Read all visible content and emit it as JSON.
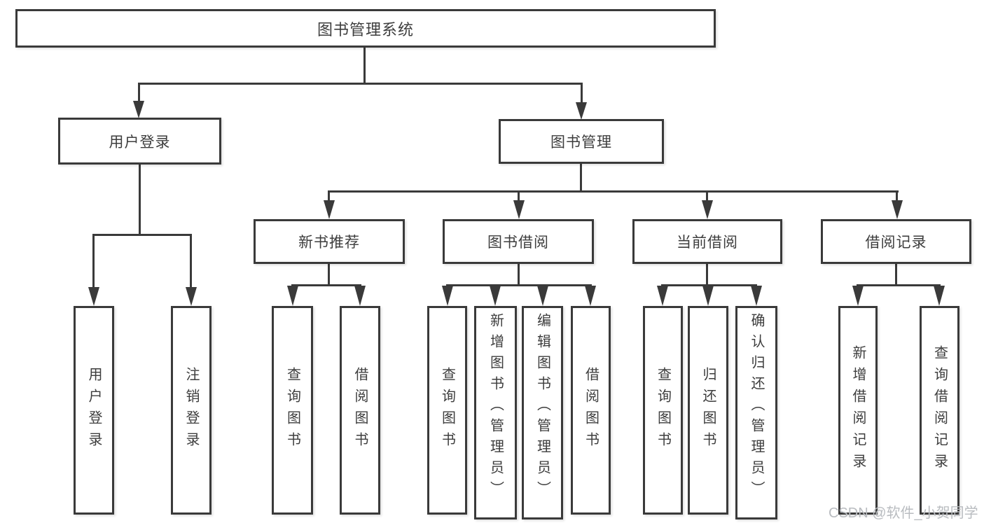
{
  "diagram": {
    "title": "图书管理系统",
    "root": {
      "label": "图书管理系统"
    },
    "level2": [
      {
        "label": "用户登录"
      },
      {
        "label": "图书管理"
      }
    ],
    "level3": [
      {
        "label": "新书推荐"
      },
      {
        "label": "图书借阅"
      },
      {
        "label": "当前借阅"
      },
      {
        "label": "借阅记录"
      }
    ],
    "leaves": {
      "user_login": [
        {
          "label": "用户登录"
        },
        {
          "label": "注销登录"
        }
      ],
      "new_book": [
        {
          "label": "查询图书"
        },
        {
          "label": "借阅图书"
        }
      ],
      "book_borrow": [
        {
          "label": "查询图书"
        },
        {
          "label": "新增图书（管理员）"
        },
        {
          "label": "编辑图书（管理员）"
        },
        {
          "label": "借阅图书"
        }
      ],
      "current_borrow": [
        {
          "label": "查询图书"
        },
        {
          "label": "归还图书"
        },
        {
          "label": "确认归还（管理员）"
        }
      ],
      "borrow_record": [
        {
          "label": "新增借阅记录"
        },
        {
          "label": "查询借阅记录"
        }
      ]
    },
    "colors": {
      "line": "#3a3a3a",
      "text": "#3d3d3d",
      "background": "#ffffff",
      "watermark": "#b9bcc0"
    },
    "watermark": "CSDN @软件_小贺同学"
  }
}
